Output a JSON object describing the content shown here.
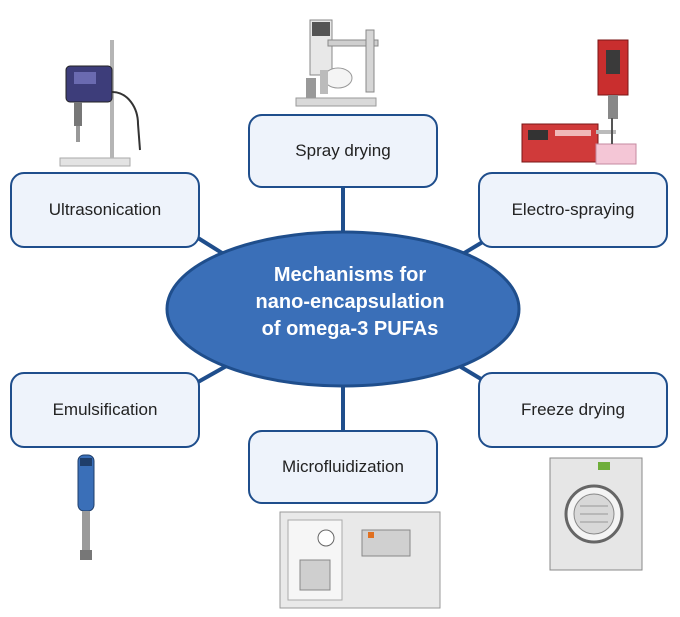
{
  "diagram": {
    "center": {
      "lines": [
        "Mechanisms for",
        "nano-encapsulation",
        "of omega-3 PUFAs"
      ]
    },
    "methods": {
      "spray_drying": "Spray drying",
      "ultrasonication": "Ultrasonication",
      "electro_spraying": "Electro-spraying",
      "emulsification": "Emulsification",
      "microfluidization": "Microfluidization",
      "freeze_drying": "Freeze drying"
    },
    "colors": {
      "center_fill": "#3a6fb8",
      "center_stroke": "#1f4e8c",
      "box_fill": "#eef3fb",
      "box_stroke": "#1f4e8c",
      "connector": "#1f4e8c"
    },
    "icons": {
      "spray_drying": "spray-dryer-icon",
      "ultrasonication": "ultrasonicator-icon",
      "electro_spraying": "electrospray-icon",
      "emulsification": "hand-blender-icon",
      "microfluidization": "microfluidizer-icon",
      "freeze_drying": "freeze-dryer-icon"
    }
  }
}
